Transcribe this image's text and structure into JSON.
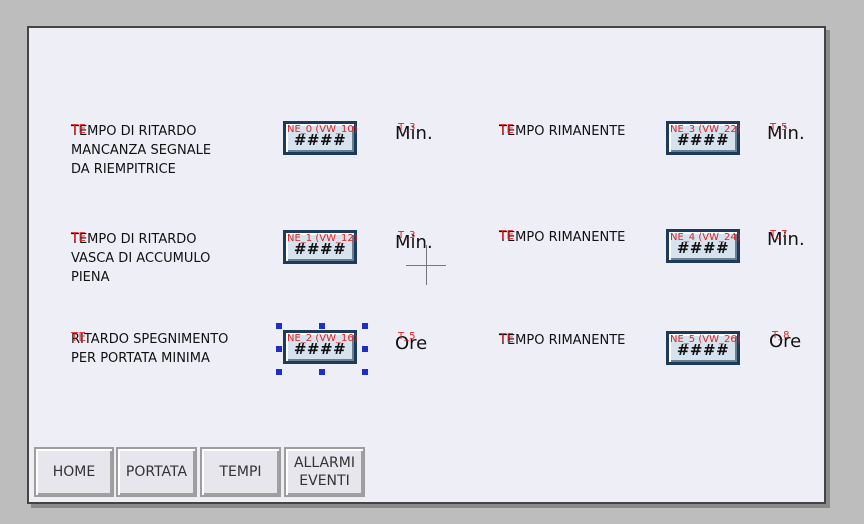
{
  "rows": [
    {
      "left_label": "TEMPO DI RITARDO\nMANCANZA SEGNALE\nDA RIEMPITRICE",
      "left_tag": "TE",
      "left_field": {
        "value": "####",
        "tag": "NE_0 (VW_10)"
      },
      "left_unit": "Min.",
      "left_unit_tag": "T_3",
      "right_label": "TEMPO RIMANENTE",
      "right_tag": "TE",
      "right_field": {
        "value": "####",
        "tag": "NE_3 (VW_22)"
      },
      "right_unit": "Min.",
      "right_unit_tag": "T_5"
    },
    {
      "left_label": "TEMPO DI RITARDO\nVASCA DI ACCUMULO\nPIENA",
      "left_tag": "TE",
      "left_field": {
        "value": "####",
        "tag": "NE_1 (VW_12)"
      },
      "left_unit": "Min.",
      "left_unit_tag": "T_3",
      "right_label": "TEMPO RIMANENTE",
      "right_tag": "TE",
      "right_field": {
        "value": "####",
        "tag": "NE_4 (VW_24)"
      },
      "right_unit": "Min.",
      "right_unit_tag": "T_7"
    },
    {
      "left_label": "RITARDO SPEGNIMENTO\nPER PORTATA MINIMA",
      "left_tag": "TE",
      "left_field": {
        "value": "####",
        "tag": "NE_2 (VW_16)"
      },
      "left_unit": "Ore",
      "left_unit_tag": "T_5",
      "right_label": "TEMPO RIMANENTE",
      "right_tag": "TE",
      "right_field": {
        "value": "####",
        "tag": "NE_5 (VW_26)"
      },
      "right_unit": "Ore",
      "right_unit_tag": "T_8"
    }
  ],
  "nav": {
    "home": "HOME",
    "portata": "PORTATA",
    "tempi": "TEMPI",
    "allarmi": "ALLARMI\nEVENTI"
  },
  "colors": {
    "background": "#bdbdbd",
    "panel": "#eeeef7",
    "field_border": "#1c3a5a",
    "tag_red": "#d22",
    "selection_handle": "#1f2ec4"
  }
}
